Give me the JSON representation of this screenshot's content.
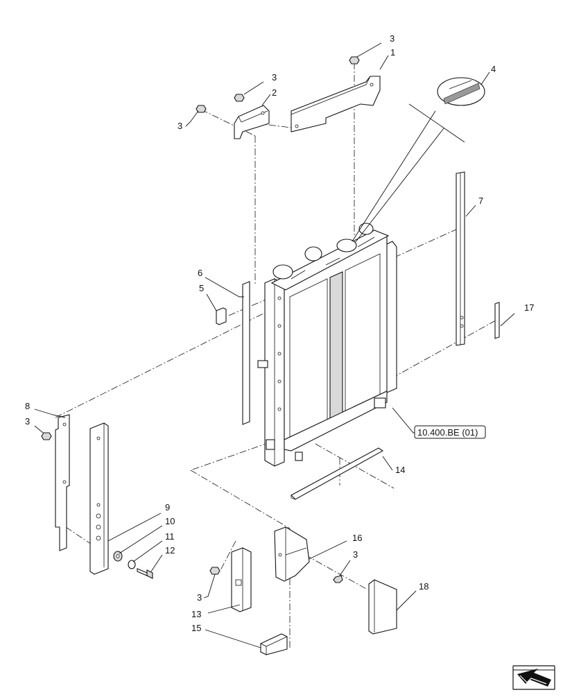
{
  "callouts": {
    "c1": "1",
    "c2": "2",
    "c3a": "3",
    "c3b": "3",
    "c3c": "3",
    "c4": "4",
    "c5": "5",
    "c6": "6",
    "c7": "7",
    "c8": "8",
    "c3d": "3",
    "c9": "9",
    "c10": "10",
    "c11": "11",
    "c12": "12",
    "c14": "14",
    "c16": "16",
    "c3e": "3",
    "c3f": "3",
    "c13": "13",
    "c15": "15",
    "c17": "17",
    "c18": "18"
  },
  "reference": {
    "label": "10.400.BE (01)"
  },
  "nav": {
    "icon": "next-page-arrow-icon"
  }
}
